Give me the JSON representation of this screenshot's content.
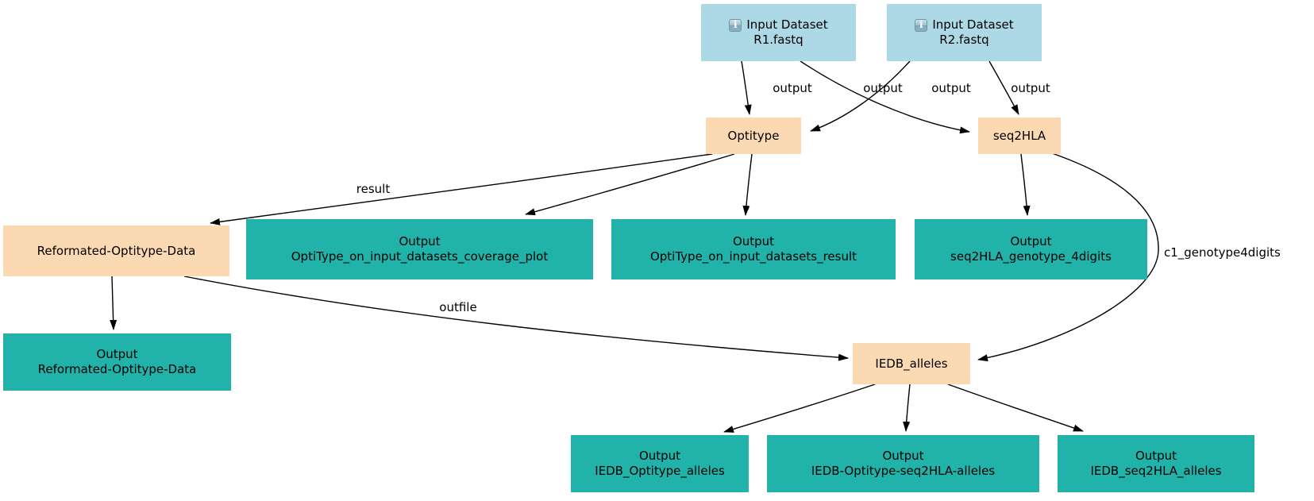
{
  "diagram": {
    "colors": {
      "input_fill": "#add8e6",
      "tool_fill": "#fbd9b3",
      "output_fill": "#21b2a9",
      "edge": "#000000",
      "text": "#000000"
    },
    "icons": {
      "info": "i"
    },
    "nodes": {
      "input_r1": {
        "line1": "Input Dataset",
        "line2": "R1.fastq"
      },
      "input_r2": {
        "line1": "Input Dataset",
        "line2": "R2.fastq"
      },
      "optitype": {
        "label": "Optitype"
      },
      "seq2hla": {
        "label": "seq2HLA"
      },
      "reformated": {
        "label": "Reformated-Optitype-Data"
      },
      "out_coverage": {
        "line1": "Output",
        "line2": "OptiType_on_input_datasets_coverage_plot"
      },
      "out_result": {
        "line1": "Output",
        "line2": "OptiType_on_input_datasets_result"
      },
      "out_4digits": {
        "line1": "Output",
        "line2": "seq2HLA_genotype_4digits"
      },
      "out_reformated": {
        "line1": "Output",
        "line2": "Reformated-Optitype-Data"
      },
      "iedb": {
        "label": "IEDB_alleles"
      },
      "out_iedb_optitype": {
        "line1": "Output",
        "line2": "IEDB_Optitype_alleles"
      },
      "out_iedb_both": {
        "line1": "Output",
        "line2": "IEDB-Optitype-seq2HLA-alleles"
      },
      "out_iedb_seq2hla": {
        "line1": "Output",
        "line2": "IEDB_seq2HLA_alleles"
      }
    },
    "edge_labels": {
      "output_r1_optitype": "output",
      "output_r1_seq2hla": "output",
      "output_r2_optitype": "output",
      "output_r2_seq2hla": "output",
      "result": "result",
      "outfile": "outfile",
      "c1_genotype4digits": "c1_genotype4digits"
    }
  }
}
